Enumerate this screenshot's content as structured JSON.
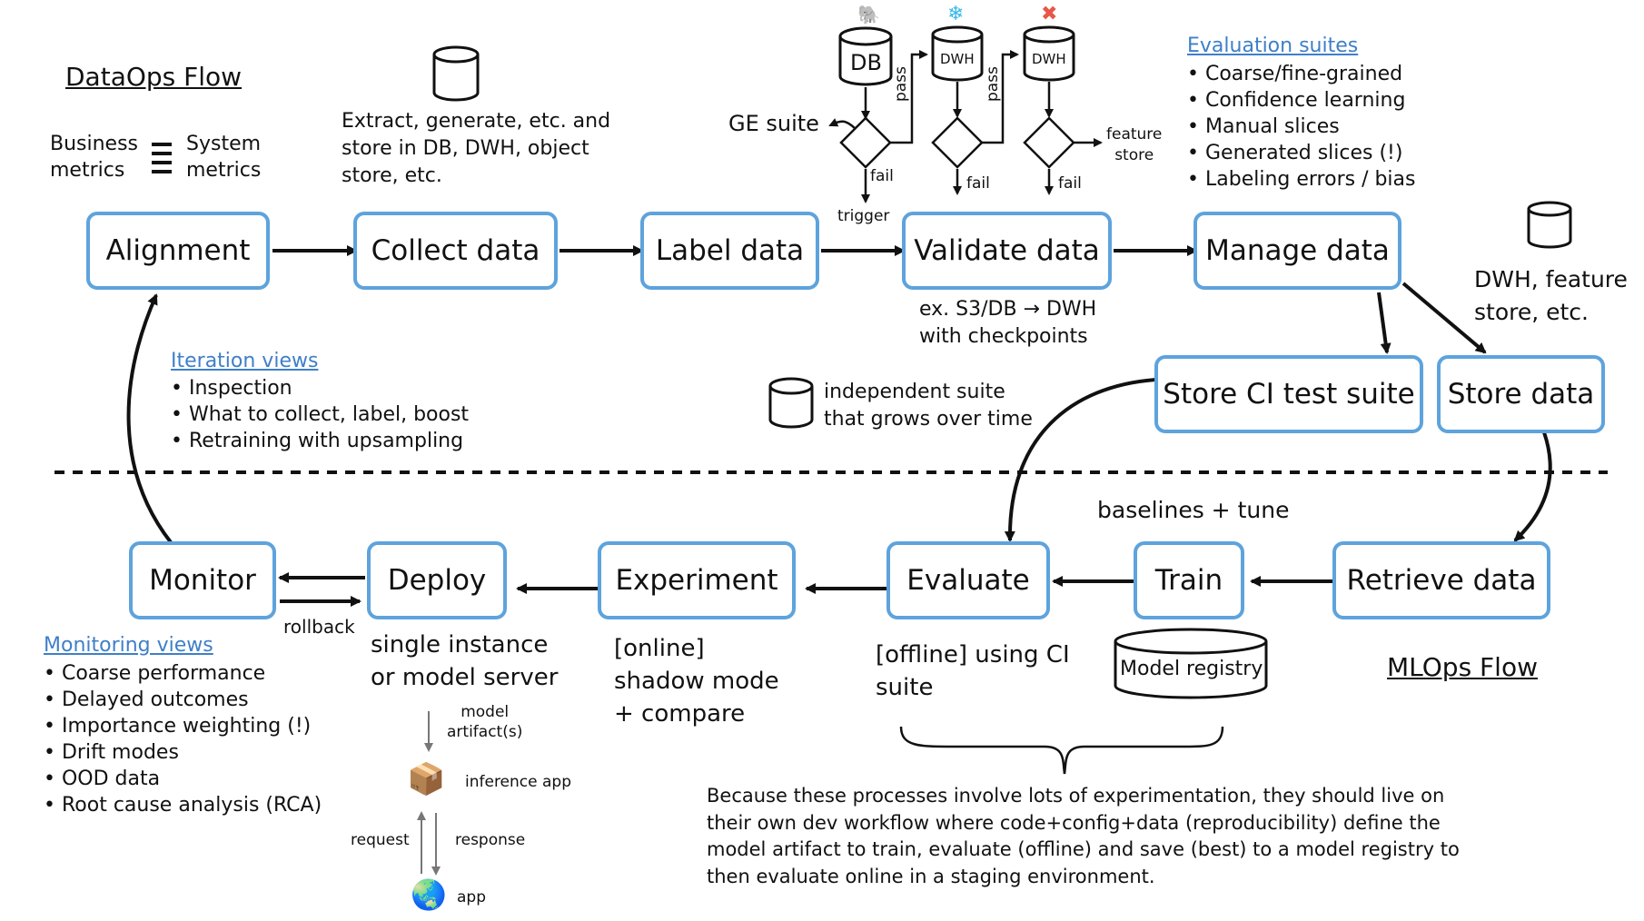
{
  "dataops": {
    "title": "DataOps Flow",
    "business_metrics": "Business\nmetrics",
    "system_metrics": "System\nmetrics",
    "collect_note": "Extract, generate, etc. and\nstore in DB, DWH, object\nstore, etc.",
    "ge_suite": "GE suite",
    "trigger": "trigger",
    "fail_1": "fail",
    "fail_2": "fail",
    "fail_3": "fail",
    "pass_1": "pass",
    "pass_2": "pass",
    "feature_store": "feature\nstore",
    "db": "DB",
    "dwh_1": "DWH",
    "dwh_2": "DWH",
    "validate_note": "ex. S3/DB → DWH\nwith checkpoints",
    "dwh_feature_store": "DWH, feature\nstore, etc.",
    "independent_suite": "independent suite\nthat grows over time",
    "evaluation_suites": {
      "title": "Evaluation suites",
      "items": [
        "Coarse/fine-grained",
        "Confidence learning",
        "Manual slices",
        "Generated slices (!)",
        "Labeling errors / bias"
      ]
    },
    "iteration_views": {
      "title": "Iteration views",
      "items": [
        "Inspection",
        "What to collect, label, boost",
        "Retraining with upsampling"
      ]
    }
  },
  "nodes": {
    "alignment": "Alignment",
    "collect": "Collect data",
    "label": "Label data",
    "validate": "Validate data",
    "manage": "Manage data",
    "store_ci": "Store CI test suite",
    "store_data": "Store data",
    "retrieve": "Retrieve data",
    "train": "Train",
    "evaluate": "Evaluate",
    "experiment": "Experiment",
    "deploy": "Deploy",
    "monitor": "Monitor"
  },
  "mlops": {
    "title": "MLOps Flow",
    "baselines": "baselines + tune",
    "model_registry": "Model registry",
    "rollback": "rollback",
    "deploy_note": "single instance\nor model server",
    "experiment_note": "[online]\nshadow mode\n+ compare",
    "evaluate_note": "[offline] using CI\nsuite",
    "model_artifacts": "model\nartifact(s)",
    "inference_app": "inference app",
    "request": "request",
    "response": "response",
    "app": "app",
    "explanation": "Because these processes involve lots of experimentation, they should live on\ntheir own dev workflow where code+config+data (reproducibility) define the\nmodel artifact to train, evaluate (offline) and save (best) to a model registry to\nthen evaluate online in a staging environment.",
    "monitoring_views": {
      "title": "Monitoring views",
      "items": [
        "Coarse performance",
        "Delayed outcomes",
        "Importance weighting (!)",
        "Drift modes",
        "OOD data",
        "Root cause analysis (RCA)"
      ]
    }
  },
  "icons": {
    "database": "cylinder-icon",
    "postgres": "elephant-icon",
    "snowflake": "snowflake-icon",
    "dbt": "cross-icon",
    "package": "package-icon",
    "globe": "globe-icon"
  },
  "colors": {
    "box_border": "#5ea3dc",
    "link": "#3f7fc8",
    "line": "#111111"
  }
}
